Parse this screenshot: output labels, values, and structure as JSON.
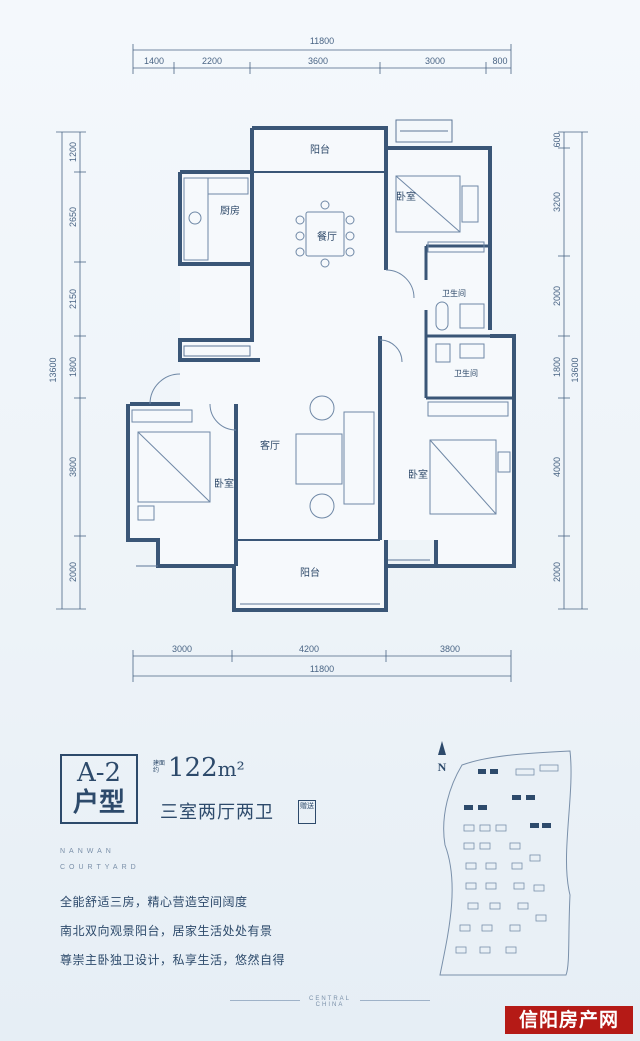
{
  "floorplan": {
    "top_total": "11800",
    "top_segments": [
      "1400",
      "2200",
      "3600",
      "3000",
      "800"
    ],
    "bottom_segments": [
      "3000",
      "4200",
      "3800"
    ],
    "bottom_total": "11800",
    "left_total": "13600",
    "left_segments": [
      "1200",
      "2650",
      "2150",
      "1800",
      "3800",
      "2000"
    ],
    "right_total": "13600",
    "right_segments": [
      "600",
      "3200",
      "2000",
      "1800",
      "4000",
      "2000"
    ],
    "rooms": {
      "balcony_north": "阳台",
      "kitchen": "厨房",
      "dining": "餐厅",
      "bedroom_ne": "卧室",
      "bath_1": "卫生间",
      "bath_2": "卫生间",
      "living": "客厅",
      "bedroom_w": "卧室",
      "bedroom_se": "卧室",
      "balcony_south": "阳台"
    }
  },
  "unit": {
    "code": "A-2",
    "label": "户型",
    "area_prefix": "建面约",
    "area": "122",
    "area_unit": "m²",
    "layout": "三室两厅两卫",
    "layout_tag": "赠送"
  },
  "english": [
    "NANWAN",
    "COURTYARD"
  ],
  "features": [
    "全能舒适三房，精心营造空间阔度",
    "南北双向观景阳台，居家生活处处有景",
    "尊崇主卧独卫设计，私享生活，悠然自得"
  ],
  "compass": "N",
  "footer": "CENTRAL CHINA",
  "watermark": "信阳房产网"
}
